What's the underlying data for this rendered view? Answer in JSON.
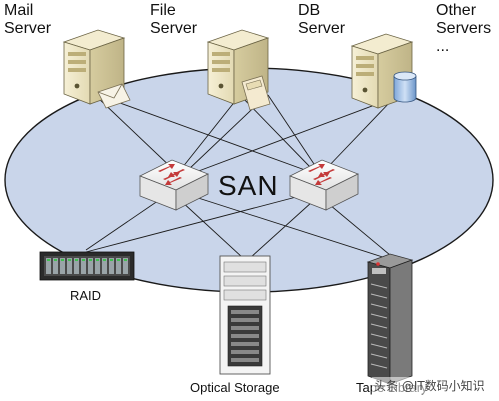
{
  "nodes": {
    "mail_server": {
      "line1": "Mail",
      "line2": "Server"
    },
    "file_server": {
      "line1": "File",
      "line2": "Server"
    },
    "db_server": {
      "line1": "DB",
      "line2": "Server"
    },
    "other_servers": {
      "line1": "Other",
      "line2": "Servers",
      "line3": "..."
    },
    "san": {
      "label": "SAN"
    },
    "raid": {
      "label": "RAID"
    },
    "optical_storage": {
      "label": "Optical Storage"
    },
    "tape_library": {
      "label": "Tape Library"
    }
  },
  "watermark": {
    "text": "头条 @IT数码小知识"
  },
  "colors": {
    "ellipse_fill": "#c9d5ea",
    "ellipse_stroke": "#1a1a1a",
    "server_body": "#eee7c7",
    "switch_body": "#eeeeee",
    "switch_arrow": "#c43a3a"
  }
}
